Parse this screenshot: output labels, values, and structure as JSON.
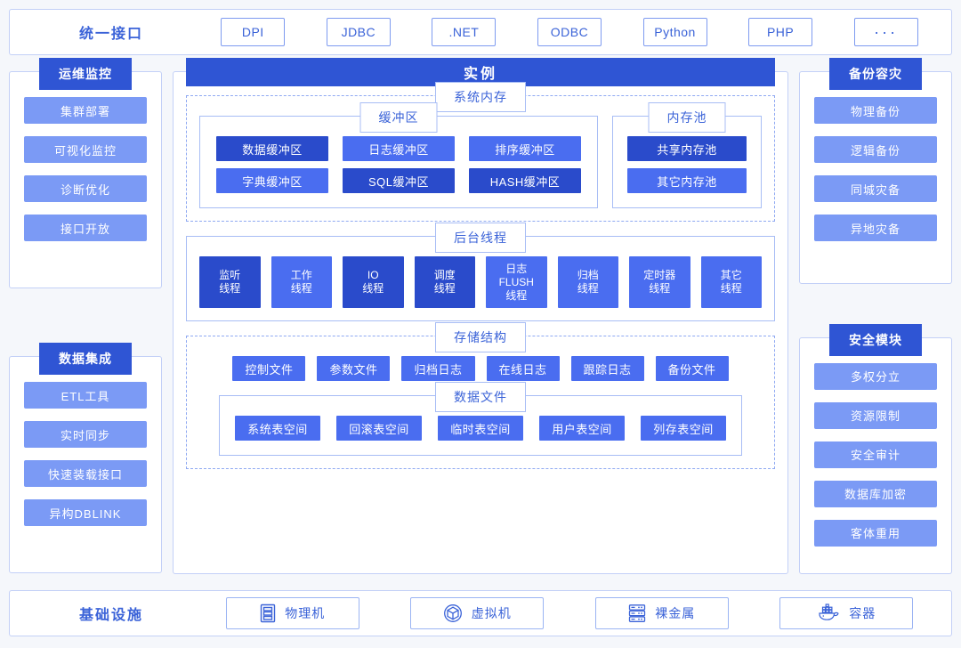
{
  "interface_bar": {
    "title": "统一接口",
    "items": [
      {
        "label": "DPI"
      },
      {
        "label": "JDBC"
      },
      {
        "label": ".NET"
      },
      {
        "label": "ODBC"
      },
      {
        "label": "Python"
      },
      {
        "label": "PHP"
      },
      {
        "label": "···"
      }
    ]
  },
  "left_panels": [
    {
      "badge": "运维监控",
      "items": [
        "集群部署",
        "可视化监控",
        "诊断优化",
        "接口开放"
      ]
    },
    {
      "badge": "数据集成",
      "items": [
        "ETL工具",
        "实时同步",
        "快速装载接口",
        "异构DBLINK"
      ]
    }
  ],
  "right_panels": [
    {
      "badge": "备份容灾",
      "items": [
        "物理备份",
        "逻辑备份",
        "同城灾备",
        "异地灾备"
      ]
    },
    {
      "badge": "安全模块",
      "items": [
        "多权分立",
        "资源限制",
        "安全审计",
        "数据库加密",
        "客体重用"
      ]
    }
  ],
  "instance": {
    "badge": "实例",
    "system_memory": {
      "title": "系统内存",
      "buffer": {
        "title": "缓冲区",
        "items": [
          {
            "label": "数据缓冲区",
            "tone": "dark"
          },
          {
            "label": "日志缓冲区",
            "tone": "light"
          },
          {
            "label": "排序缓冲区",
            "tone": "light"
          },
          {
            "label": "字典缓冲区",
            "tone": "light"
          },
          {
            "label": "SQL缓冲区",
            "tone": "dark"
          },
          {
            "label": "HASH缓冲区",
            "tone": "dark"
          }
        ]
      },
      "pool": {
        "title": "内存池",
        "items": [
          {
            "label": "共享内存池",
            "tone": "dark"
          },
          {
            "label": "其它内存池",
            "tone": "light"
          }
        ]
      }
    },
    "background_threads": {
      "title": "后台线程",
      "items": [
        {
          "label": "监听\n线程",
          "tone": "dark"
        },
        {
          "label": "工作\n线程",
          "tone": "light"
        },
        {
          "label": "IO\n线程",
          "tone": "dark"
        },
        {
          "label": "调度\n线程",
          "tone": "dark"
        },
        {
          "label": "日志\nFLUSH\n线程",
          "tone": "light"
        },
        {
          "label": "归档\n线程",
          "tone": "light"
        },
        {
          "label": "定时器\n线程",
          "tone": "light"
        },
        {
          "label": "其它\n线程",
          "tone": "light"
        }
      ]
    },
    "storage_structure": {
      "title": "存储结构",
      "files": [
        "控制文件",
        "参数文件",
        "归档日志",
        "在线日志",
        "跟踪日志",
        "备份文件"
      ],
      "data_files": {
        "title": "数据文件",
        "tablespaces": [
          "系统表空间",
          "回滚表空间",
          "临时表空间",
          "用户表空间",
          "列存表空间"
        ]
      }
    }
  },
  "infrastructure": {
    "title": "基础设施",
    "items": [
      {
        "label": "物理机",
        "icon": "server-tower-icon"
      },
      {
        "label": "虚拟机",
        "icon": "cube-circle-icon"
      },
      {
        "label": "裸金属",
        "icon": "server-rack-icon"
      },
      {
        "label": "容器",
        "icon": "docker-whale-icon"
      }
    ]
  },
  "colors": {
    "page_background": "#f5f7fb",
    "panel_background": "#ffffff",
    "border": "#c3d0f7",
    "badge": "#2f55d4",
    "accent_text": "#3b63d8",
    "chip_dark": "#2a4bcb",
    "chip_light": "#4a6df0",
    "pill": "#7b9af5"
  }
}
